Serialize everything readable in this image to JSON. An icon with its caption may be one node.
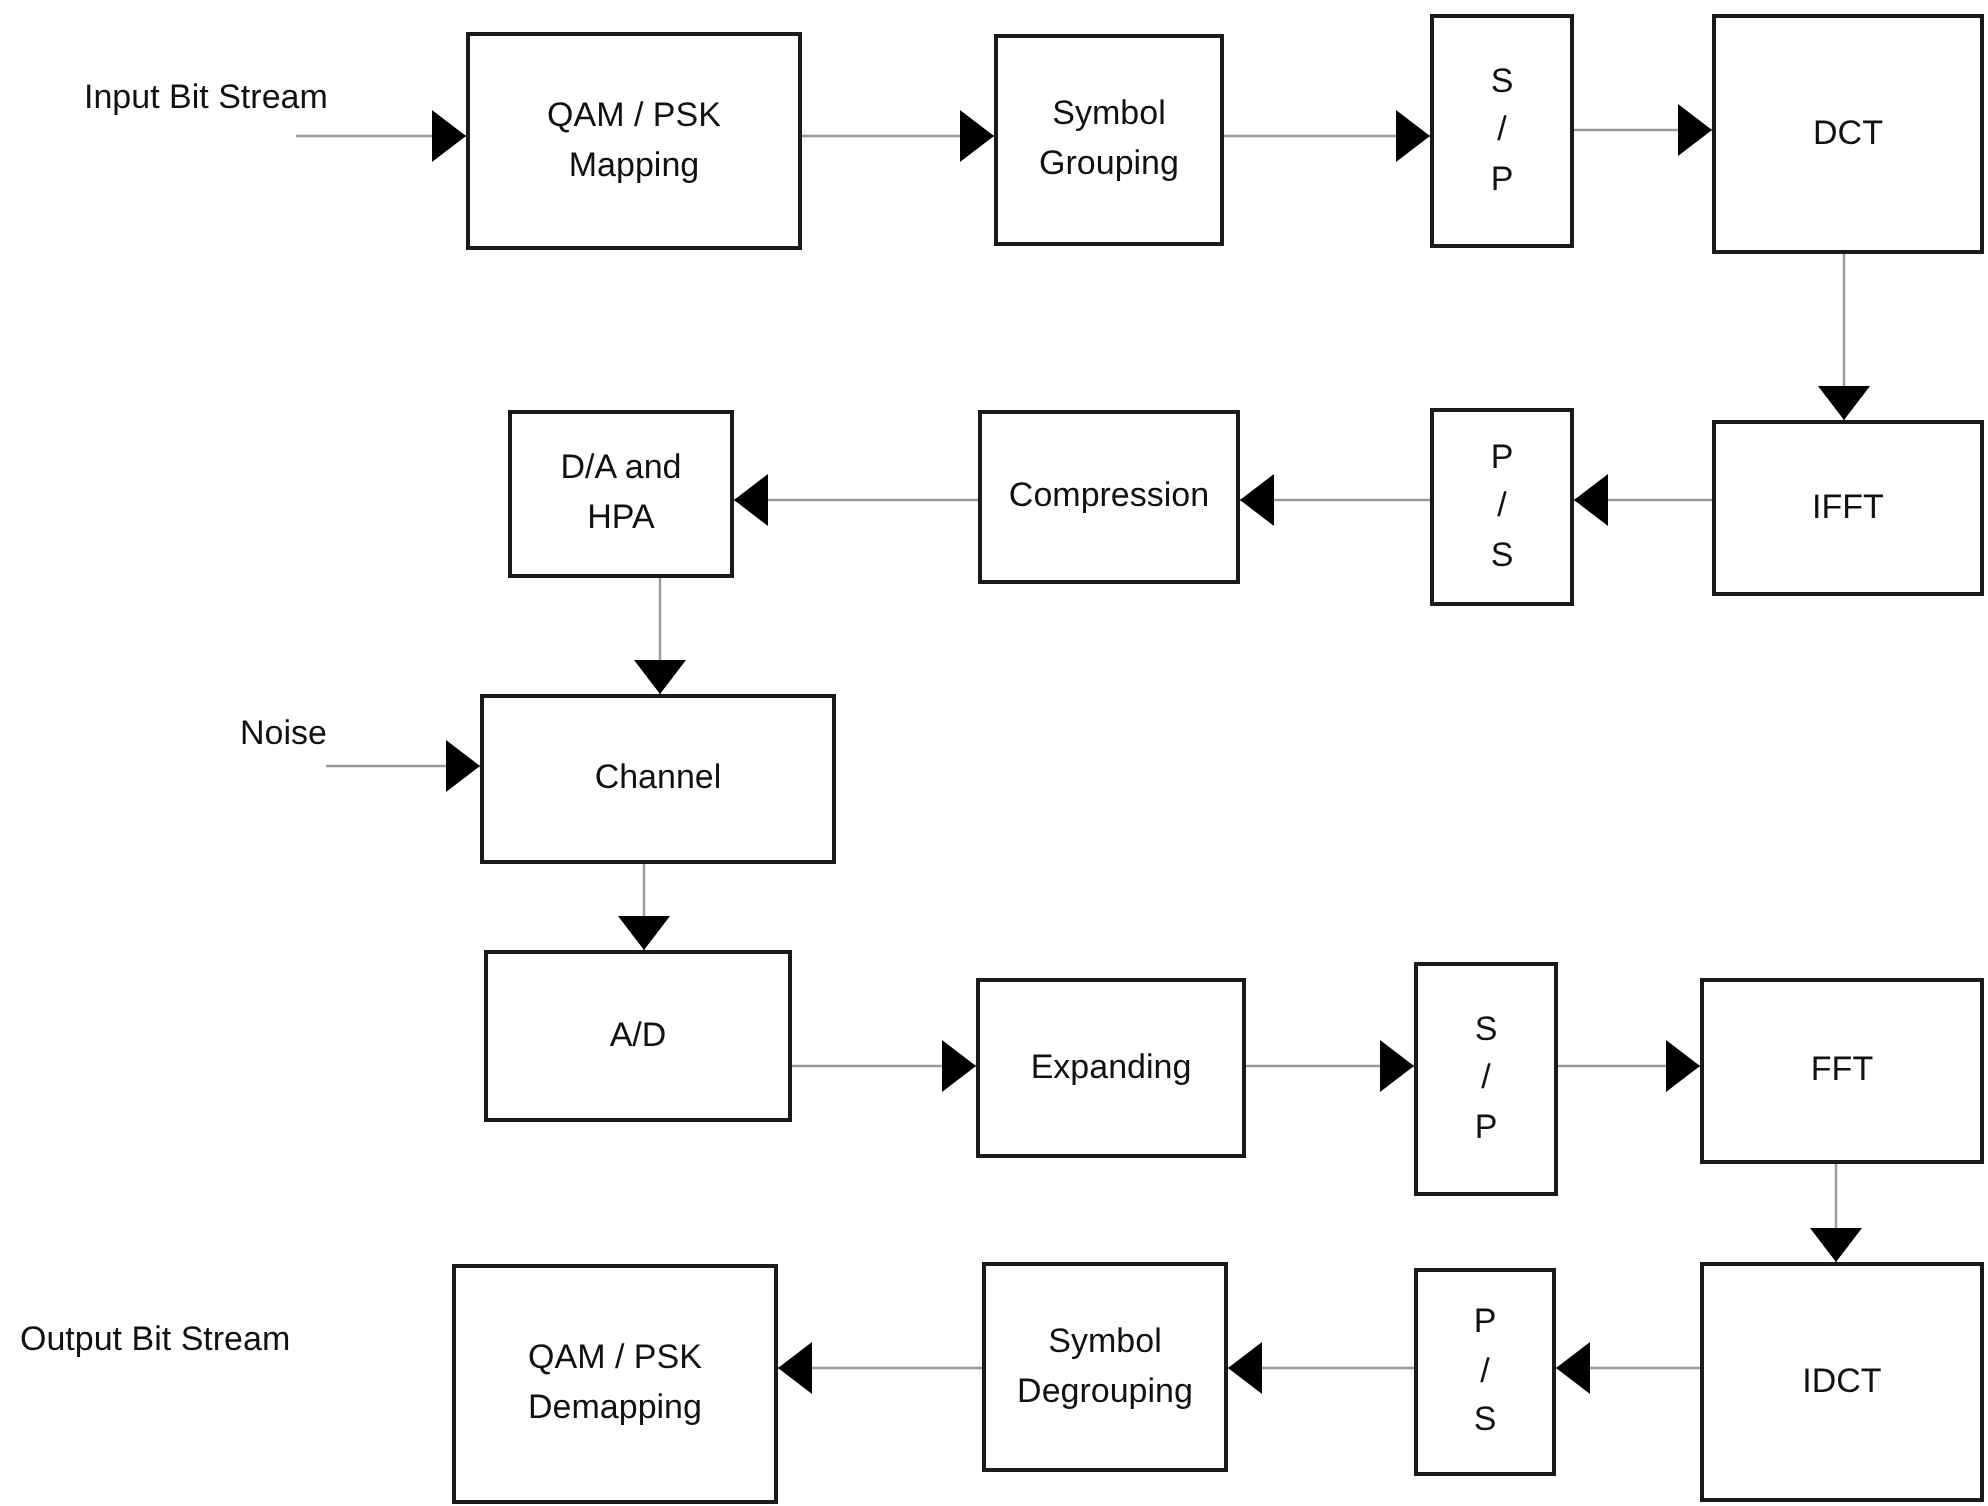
{
  "diagram": {
    "nodes": [
      {
        "text": [
          "Input Bit Stream"
        ]
      },
      {
        "text": [
          "QAM / PSK Mapping"
        ]
      },
      {
        "text": [
          "Symbol Grouping"
        ]
      },
      {
        "text": [
          "S / P"
        ]
      },
      {
        "text": [
          "DCT"
        ]
      },
      {
        "text": [
          "D/A and HPA"
        ]
      },
      {
        "text": [
          "Compression"
        ]
      },
      {
        "text": [
          "P / S"
        ]
      },
      {
        "text": [
          "IFFT"
        ]
      },
      {
        "text": [
          "Noise"
        ]
      },
      {
        "text": [
          "Channel"
        ]
      },
      {
        "text": [
          "A/D"
        ]
      },
      {
        "text": [
          "Expanding"
        ]
      },
      {
        "text": [
          "S / P"
        ]
      },
      {
        "text": [
          "FFT"
        ]
      },
      {
        "text": [
          "QAM / PSK Demapping"
        ]
      },
      {
        "text": [
          "Symbol Degrouping"
        ]
      },
      {
        "text": [
          "P / S"
        ]
      },
      {
        "text": [
          "IDCT"
        ]
      }
    ],
    "edges": [
      {
        "from": 0,
        "to": 1,
        "arrow": "to"
      },
      {
        "from": 1,
        "to": 2,
        "arrow": "to"
      },
      {
        "from": 2,
        "to": 3,
        "arrow": "to"
      },
      {
        "from": 3,
        "to": 4,
        "arrow": "to"
      },
      {
        "from": 4,
        "to": 8,
        "arrow": "to"
      },
      {
        "from": 8,
        "to": 7,
        "arrow": "to"
      },
      {
        "from": 7,
        "to": 6,
        "arrow": "to"
      },
      {
        "from": 6,
        "to": 5,
        "arrow": "to"
      },
      {
        "from": 5,
        "to": 10,
        "arrow": "to"
      },
      {
        "from": 9,
        "to": 10,
        "arrow": "to"
      },
      {
        "from": 10,
        "to": 11,
        "arrow": "to"
      },
      {
        "from": 11,
        "to": 12,
        "arrow": "to"
      },
      {
        "from": 12,
        "to": 13,
        "arrow": "to"
      },
      {
        "from": 13,
        "to": 14,
        "arrow": "to"
      },
      {
        "from": 14,
        "to": 18,
        "arrow": "to"
      },
      {
        "from": 18,
        "to": 17,
        "arrow": "to"
      },
      {
        "from": 17,
        "to": 16,
        "arrow": "to"
      },
      {
        "from": 16,
        "to": 15,
        "arrow": "to"
      }
    ],
    "labels": [
      "Output Bit Stream"
    ]
  }
}
